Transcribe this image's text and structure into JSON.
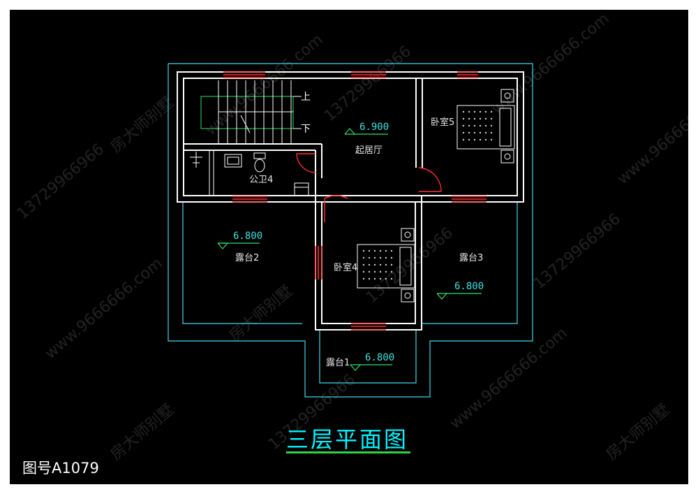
{
  "title": "三层平面图",
  "drawing_number": "图号A1079",
  "rooms": {
    "living": "起居厅",
    "bedroom5": "卧室5",
    "bedroom4": "卧室4",
    "bathroom4": "公卫4",
    "terrace1": "露台1",
    "terrace2": "露台2",
    "terrace3": "露台3"
  },
  "elevations": {
    "living": "6.900",
    "terrace2": "6.800",
    "terrace3": "6.800",
    "terrace1": "6.800"
  },
  "stairs": {
    "up": "上",
    "down": "下"
  },
  "watermarks": [
    "房大师别墅",
    "13729966966",
    "www.9666666.com"
  ],
  "colors": {
    "background": "#000000",
    "walls": "#ffffff",
    "outline": "#40d8e8",
    "windows": "#ff3030",
    "doors": "#ff3030",
    "title": "#00f5ff",
    "underline": "#2fd24a"
  }
}
